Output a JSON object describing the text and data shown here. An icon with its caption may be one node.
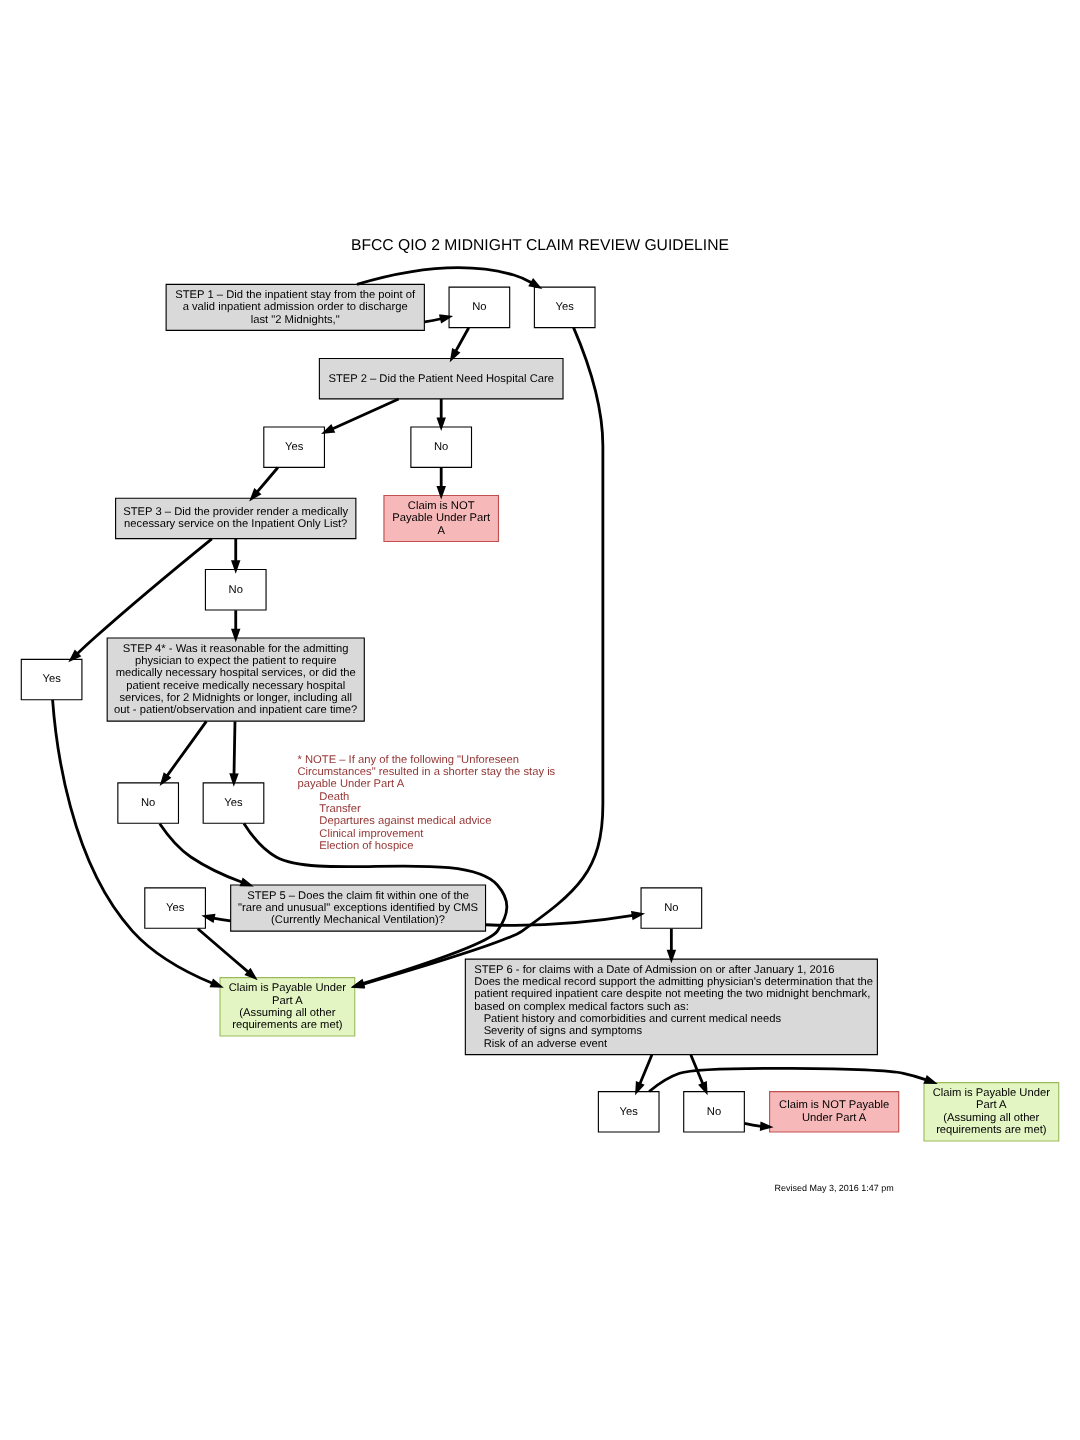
{
  "diagram": {
    "title": "BFCC QIO 2 MIDNIGHT CLAIM REVIEW GUIDELINE",
    "nodes": [
      {
        "text": [
          "STEP 1 – Did the inpatient stay from the point of a valid inpatient admission order to discharge last \"2 Midnights,\""
        ]
      },
      {
        "text": [
          "Yes"
        ]
      },
      {
        "text": [
          "No"
        ]
      },
      {
        "text": [
          "STEP 2 – Did the Patient Need Hospital Care"
        ]
      },
      {
        "text": [
          "Yes"
        ]
      },
      {
        "text": [
          "No"
        ]
      },
      {
        "text": [
          "Claim is NOT Payable Under Part A"
        ]
      },
      {
        "text": [
          "STEP 3 – Did the provider render a medically necessary service on the Inpatient Only List?"
        ]
      },
      {
        "text": [
          "Yes"
        ]
      },
      {
        "text": [
          "No"
        ]
      },
      {
        "text": [
          "STEP 4* - Was it reasonable for the admitting physician to expect the patient to require medically necessary hospital services, or did the patient receive medically necessary hospital services, for 2 Midnights or longer, including all out - patient/observation and inpatient care time?"
        ]
      },
      {
        "text": [
          "Yes"
        ]
      },
      {
        "text": [
          "No"
        ]
      },
      {
        "text": [
          "Claim is Payable Under Part A",
          "(Assuming all other requirements are met)"
        ]
      },
      {
        "text": [
          "STEP 5 – Does the claim fit within one of the \"rare and unusual\" exceptions identified by CMS (Currently Mechanical Ventilation)?"
        ]
      },
      {
        "text": [
          "Yes"
        ]
      },
      {
        "text": [
          "No"
        ]
      },
      {
        "text": [
          "STEP 6 - for claims with a Date of Admission on or after January 1, 2016",
          "Does the medical record support the admitting physician's determination that the patient required inpatient care despite not meeting the two midnight benchmark, based on complex medical factors such as:",
          "Patient history and comorbidities and current medical needs",
          "Severity of signs and symptoms",
          "Risk of an adverse event"
        ]
      },
      {
        "text": [
          "Claim is Payable Under Part A",
          "(Assuming all other requirements are met)"
        ]
      },
      {
        "text": [
          "Yes"
        ]
      },
      {
        "text": [
          "No"
        ]
      },
      {
        "text": [
          "Claim is NOT Payable Under Part A"
        ]
      }
    ],
    "edges": [
      {
        "from": 0,
        "to": 1,
        "arrow": "to"
      },
      {
        "from": 0,
        "to": 2,
        "arrow": "to"
      },
      {
        "from": 2,
        "to": 3,
        "arrow": "to"
      },
      {
        "from": 1,
        "to": 13,
        "arrow": "to"
      },
      {
        "from": 3,
        "to": 4,
        "arrow": "to"
      },
      {
        "from": 3,
        "to": 5,
        "arrow": "to"
      },
      {
        "from": 5,
        "to": 6,
        "arrow": "to"
      },
      {
        "from": 4,
        "to": 7,
        "arrow": "to"
      },
      {
        "from": 7,
        "to": 8,
        "arrow": "to"
      },
      {
        "from": 7,
        "to": 9,
        "arrow": "to"
      },
      {
        "from": 9,
        "to": 10,
        "arrow": "to"
      },
      {
        "from": 8,
        "to": 13,
        "arrow": "to"
      },
      {
        "from": 10,
        "to": 11,
        "arrow": "to"
      },
      {
        "from": 10,
        "to": 12,
        "arrow": "to"
      },
      {
        "from": 11,
        "to": 13,
        "arrow": "to"
      },
      {
        "from": 12,
        "to": 14,
        "arrow": "to"
      },
      {
        "from": 14,
        "to": 15,
        "arrow": "to"
      },
      {
        "from": 15,
        "to": 13,
        "arrow": "to"
      },
      {
        "from": 14,
        "to": 16,
        "arrow": "to"
      },
      {
        "from": 16,
        "to": 17,
        "arrow": "to"
      },
      {
        "from": 17,
        "to": 19,
        "arrow": "to"
      },
      {
        "from": 17,
        "to": 20,
        "arrow": "to"
      },
      {
        "from": 19,
        "to": 18,
        "arrow": "to"
      },
      {
        "from": 20,
        "to": 21,
        "arrow": "to"
      }
    ],
    "labels": [
      "* NOTE – If any of the following \"Unforeseen Circumstances\" resulted in a shorter stay the stay is payable Under Part A",
      "Death",
      "Transfer",
      "Departures against medical advice",
      "Clinical improvement",
      "Election of hospice",
      "Revised May 3, 2016 1:47 pm"
    ]
  }
}
